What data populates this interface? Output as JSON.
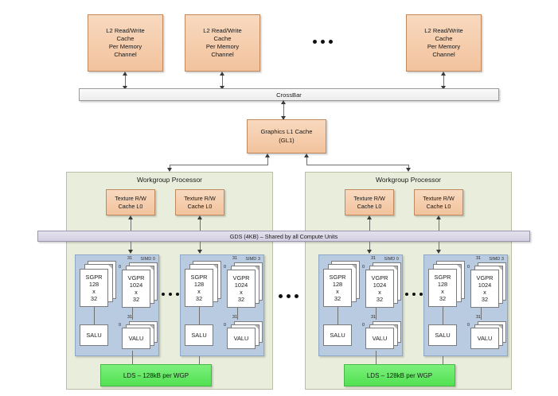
{
  "diagram": {
    "title": "GPU Memory Hierarchy / Workgroup Processor Block Diagram",
    "colors": {
      "cache_fill": "#f2c39d",
      "cache_border": "#c08a5e",
      "wgp_fill": "#e9eddb",
      "simd_fill": "#b9cbe0",
      "lds_fill": "#52e152",
      "gds_fill": "#d3cfe2",
      "crossbar_fill": "#ededed"
    },
    "l2_caches": [
      {
        "id": "l2-0",
        "lines": [
          "L2 Read/Write",
          "Cache",
          "Per Memory",
          "Channel"
        ]
      },
      {
        "id": "l2-1",
        "lines": [
          "L2 Read/Write",
          "Cache",
          "Per Memory",
          "Channel"
        ]
      },
      {
        "id": "l2-n",
        "lines": [
          "L2 Read/Write",
          "Cache",
          "Per Memory",
          "Channel"
        ]
      }
    ],
    "l2_ellipsis": "• • •",
    "crossbar": {
      "label": "CrossBar"
    },
    "gl1": {
      "line1": "Graphics L1 Cache",
      "line2": "(GL1)"
    },
    "gds": {
      "label": "GDS (4KB) – Shared by all Compute Units"
    },
    "wgp_ellipsis": "• • •",
    "workgroup_processors": [
      {
        "id": "wgp-left",
        "title": "Workgroup Processor",
        "texture_caches": [
          {
            "line1": "Texture R/W",
            "line2": "Cache L0"
          },
          {
            "line1": "Texture R/W",
            "line2": "Cache L0"
          }
        ],
        "simds": [
          {
            "label": "SIMD 0",
            "sgpr": {
              "name": "SGPR",
              "size": "128",
              "x": "x",
              "lanes": "32"
            },
            "vgpr": {
              "name": "VGPR",
              "size": "1024",
              "x": "x",
              "lanes": "32",
              "top_index": "31",
              "bottom_index": "0"
            },
            "salu": {
              "name": "SALU"
            },
            "valu": {
              "name": "VALU",
              "top_index": "31",
              "bottom_index": "0"
            }
          },
          {
            "label": "SIMD 3",
            "sgpr": {
              "name": "SGPR",
              "size": "128",
              "x": "x",
              "lanes": "32"
            },
            "vgpr": {
              "name": "VGPR",
              "size": "1024",
              "x": "x",
              "lanes": "32",
              "top_index": "31",
              "bottom_index": "0"
            },
            "salu": {
              "name": "SALU"
            },
            "valu": {
              "name": "VALU",
              "top_index": "31",
              "bottom_index": "0"
            }
          }
        ],
        "simd_ellipsis": "• • •",
        "lds": {
          "label": "LDS – 128kB per WGP"
        }
      },
      {
        "id": "wgp-right",
        "title": "Workgroup Processor",
        "texture_caches": [
          {
            "line1": "Texture R/W",
            "line2": "Cache L0"
          },
          {
            "line1": "Texture R/W",
            "line2": "Cache L0"
          }
        ],
        "simds": [
          {
            "label": "SIMD 0",
            "sgpr": {
              "name": "SGPR",
              "size": "128",
              "x": "x",
              "lanes": "32"
            },
            "vgpr": {
              "name": "VGPR",
              "size": "1024",
              "x": "x",
              "lanes": "32",
              "top_index": "31",
              "bottom_index": "0"
            },
            "salu": {
              "name": "SALU"
            },
            "valu": {
              "name": "VALU",
              "top_index": "31",
              "bottom_index": "0"
            }
          },
          {
            "label": "SIMD 3",
            "sgpr": {
              "name": "SGPR",
              "size": "128",
              "x": "x",
              "lanes": "32"
            },
            "vgpr": {
              "name": "VGPR",
              "size": "1024",
              "x": "x",
              "lanes": "32",
              "top_index": "31",
              "bottom_index": "0"
            },
            "salu": {
              "name": "SALU"
            },
            "valu": {
              "name": "VALU",
              "top_index": "31",
              "bottom_index": "0"
            }
          }
        ],
        "simd_ellipsis": "• • •",
        "lds": {
          "label": "LDS – 128kB per WGP"
        }
      }
    ]
  }
}
